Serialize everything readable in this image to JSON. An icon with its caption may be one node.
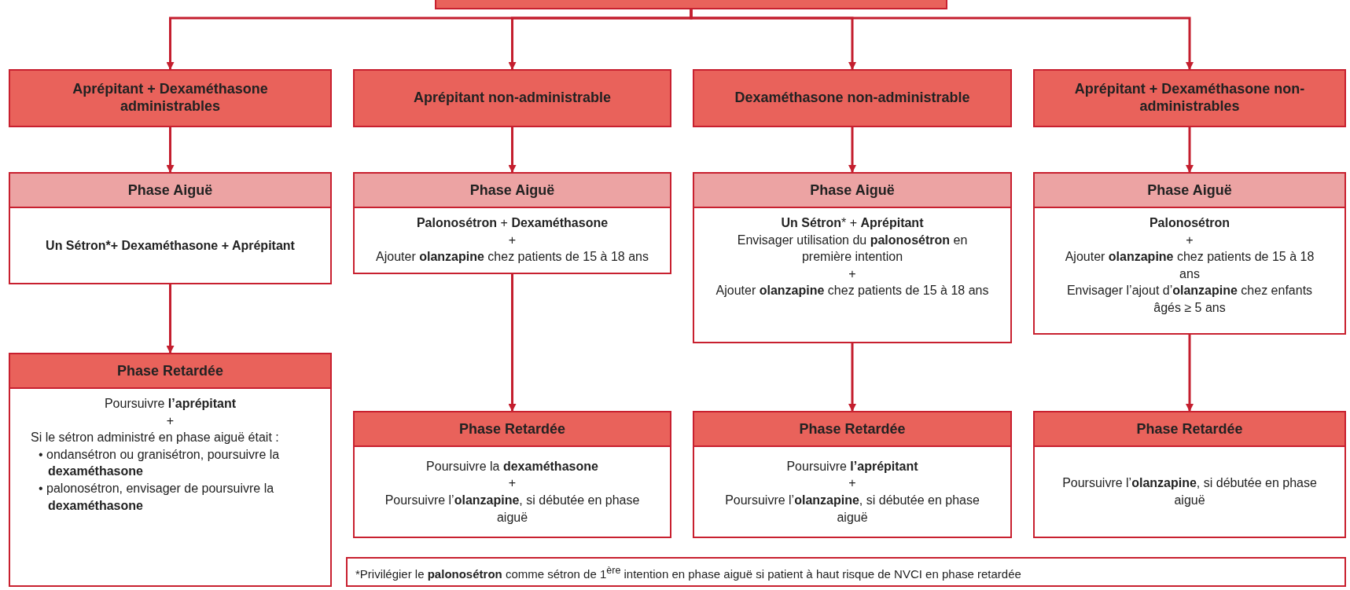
{
  "diagram": {
    "nodes": [
      {
        "text": [],
        "shape": "box"
      },
      {
        "text": [
          "Aprépitant + Dexaméthasone administrables"
        ]
      },
      {
        "text": [
          "Aprépitant non-administrable"
        ]
      },
      {
        "text": [
          "Dexaméthasone non-administrable"
        ]
      },
      {
        "text": [
          "Aprépitant + Dexaméthasone non-administrables"
        ]
      },
      {
        "text": [
          "Phase Aiguë",
          "**Un Sétron*+ Dexaméthasone + Aprépitant**"
        ]
      },
      {
        "text": [
          "Phase Aiguë",
          "**Palonosétron** + **Dexaméthasone**",
          "+",
          "Ajouter **olanzapine** chez patients de 15 à 18 ans"
        ]
      },
      {
        "text": [
          "Phase Aiguë",
          "**Un Sétron*** + **Aprépitant**",
          "Envisager utilisation du **palonosétron** en première intention",
          "+",
          "Ajouter **olanzapine** chez patients de 15 à 18 ans"
        ]
      },
      {
        "text": [
          "Phase Aiguë",
          "**Palonosétron**",
          "+",
          "Ajouter **olanzapine** chez patients de 15 à 18 ans",
          "Envisager l’ajout d’**olanzapine** chez enfants âgés ≥ 5 ans"
        ]
      },
      {
        "text": [
          "Phase Retardée",
          "Poursuivre **l’aprépitant**",
          "+",
          "Si le sétron administré en phase aiguë était :",
          "• ondansétron ou granisétron, poursuivre la **dexaméthasone**",
          "• palonosétron, envisager de poursuivre la **dexaméthasone**"
        ]
      },
      {
        "text": [
          "Phase Retardée",
          "Poursuivre la **dexaméthasone**",
          "+",
          "Poursuivre l’**olanzapine**, si débutée en phase aiguë"
        ]
      },
      {
        "text": [
          "Phase Retardée",
          "Poursuivre **l’aprépitant**",
          "+",
          "Poursuivre l’**olanzapine**, si débutée en phase aiguë"
        ]
      },
      {
        "text": [
          "Phase Retardée",
          "Poursuivre l’**olanzapine**, si débutée en phase aiguë"
        ]
      },
      {
        "text": [
          "*Privilégier le **palonosétron** comme sétron de 1$^{ère}$ intention en phase aiguë si patient à haut risque de NVCI en phase retardée"
        ]
      }
    ],
    "edges": [
      {
        "from": 0,
        "to": 1,
        "arrow": "to"
      },
      {
        "from": 0,
        "to": 2,
        "arrow": "to"
      },
      {
        "from": 0,
        "to": 3,
        "arrow": "to"
      },
      {
        "from": 0,
        "to": 4,
        "arrow": "to"
      },
      {
        "from": 1,
        "to": 5,
        "arrow": "to"
      },
      {
        "from": 2,
        "to": 6,
        "arrow": "to"
      },
      {
        "from": 3,
        "to": 7,
        "arrow": "to"
      },
      {
        "from": 4,
        "to": 8,
        "arrow": "to"
      },
      {
        "from": 5,
        "to": 9,
        "arrow": "to"
      },
      {
        "from": 6,
        "to": 10,
        "arrow": "to"
      },
      {
        "from": 7,
        "to": 11,
        "arrow": "to"
      },
      {
        "from": 8,
        "to": 12,
        "arrow": "to"
      }
    ]
  }
}
